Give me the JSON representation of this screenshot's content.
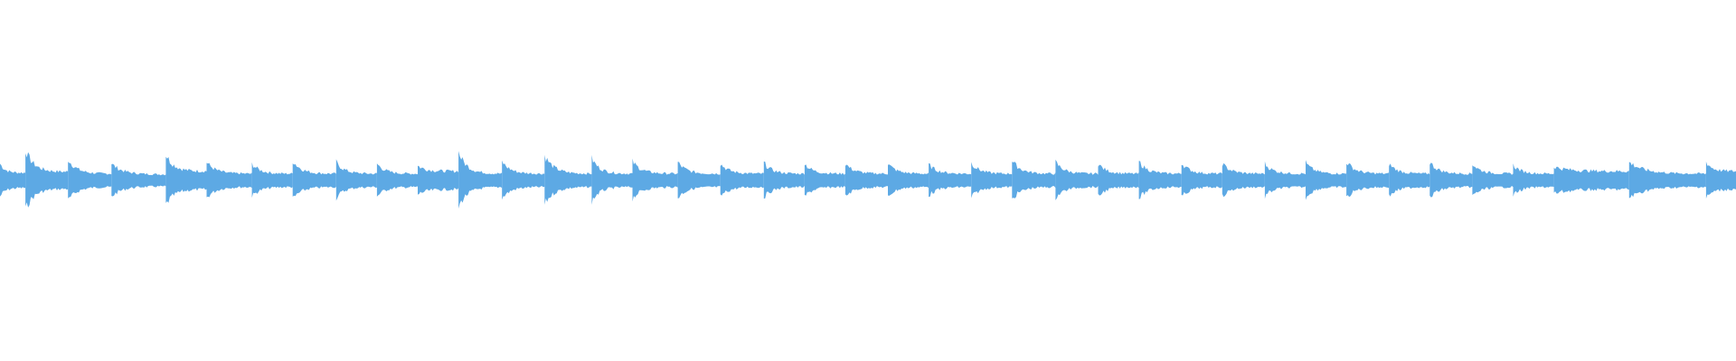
{
  "waveform": {
    "color": "#5DA9E4",
    "background": "#ffffff",
    "segments": [
      {
        "peak": 0.55,
        "tail": 0.25,
        "len": 28
      },
      {
        "peak": 1.0,
        "tail": 0.28,
        "len": 47
      },
      {
        "peak": 0.7,
        "tail": 0.22,
        "len": 48
      },
      {
        "peak": 0.55,
        "tail": 0.2,
        "len": 60
      },
      {
        "peak": 0.85,
        "tail": 0.3,
        "len": 45
      },
      {
        "peak": 0.6,
        "tail": 0.22,
        "len": 50
      },
      {
        "peak": 0.55,
        "tail": 0.22,
        "len": 45
      },
      {
        "peak": 0.65,
        "tail": 0.22,
        "len": 48
      },
      {
        "peak": 0.6,
        "tail": 0.22,
        "len": 45
      },
      {
        "peak": 0.55,
        "tail": 0.22,
        "len": 45
      },
      {
        "peak": 0.48,
        "tail": 0.3,
        "len": 45
      },
      {
        "peak": 0.92,
        "tail": 0.22,
        "len": 48
      },
      {
        "peak": 0.62,
        "tail": 0.22,
        "len": 47
      },
      {
        "peak": 0.82,
        "tail": 0.22,
        "len": 52
      },
      {
        "peak": 0.72,
        "tail": 0.22,
        "len": 45
      },
      {
        "peak": 0.62,
        "tail": 0.22,
        "len": 50
      },
      {
        "peak": 0.6,
        "tail": 0.22,
        "len": 47
      },
      {
        "peak": 0.55,
        "tail": 0.22,
        "len": 48
      },
      {
        "peak": 0.58,
        "tail": 0.22,
        "len": 45
      },
      {
        "peak": 0.55,
        "tail": 0.22,
        "len": 45
      },
      {
        "peak": 0.55,
        "tail": 0.22,
        "len": 47
      },
      {
        "peak": 0.55,
        "tail": 0.22,
        "len": 45
      },
      {
        "peak": 0.52,
        "tail": 0.22,
        "len": 47
      },
      {
        "peak": 0.58,
        "tail": 0.22,
        "len": 45
      },
      {
        "peak": 0.65,
        "tail": 0.22,
        "len": 48
      },
      {
        "peak": 0.6,
        "tail": 0.22,
        "len": 47
      },
      {
        "peak": 0.55,
        "tail": 0.22,
        "len": 45
      },
      {
        "peak": 0.62,
        "tail": 0.22,
        "len": 47
      },
      {
        "peak": 0.58,
        "tail": 0.22,
        "len": 45
      },
      {
        "peak": 0.55,
        "tail": 0.22,
        "len": 47
      },
      {
        "peak": 0.55,
        "tail": 0.22,
        "len": 45
      },
      {
        "peak": 0.58,
        "tail": 0.22,
        "len": 45
      },
      {
        "peak": 0.62,
        "tail": 0.22,
        "len": 47
      },
      {
        "peak": 0.55,
        "tail": 0.22,
        "len": 45
      },
      {
        "peak": 0.6,
        "tail": 0.22,
        "len": 47
      },
      {
        "peak": 0.55,
        "tail": 0.22,
        "len": 45
      },
      {
        "peak": 0.5,
        "tail": 0.22,
        "len": 45
      },
      {
        "peak": 0.45,
        "tail": 0.3,
        "len": 83
      },
      {
        "peak": 0.6,
        "tail": 0.22,
        "len": 85
      },
      {
        "peak": 0.62,
        "tail": 0.3,
        "len": 33
      }
    ]
  }
}
